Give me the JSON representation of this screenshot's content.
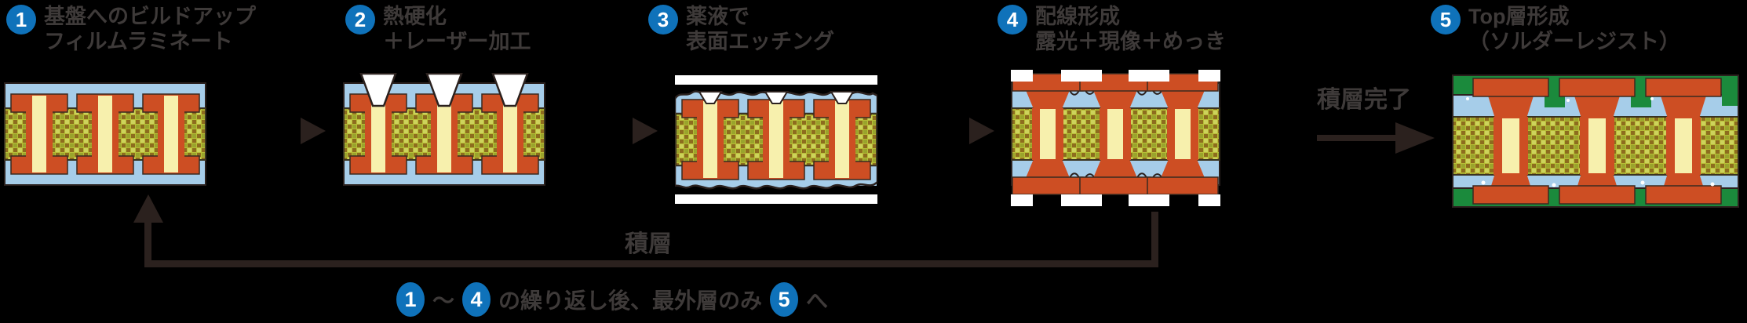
{
  "palette": {
    "accent_blue": "#0f72ba",
    "text_dark": "#3e3a39",
    "line_dark": "#2b211e",
    "board_film_blue": "#a6cde9",
    "copper_orange": "#cd4e23",
    "core_olive": "#b7bc37",
    "core_brown": "#8d6c1e",
    "via_cream": "#f7f0ad",
    "solder_resist_green": "#1b8a3c",
    "white": "#ffffff",
    "background": "#000000"
  },
  "steps": [
    {
      "number": "1",
      "label_line1": "基盤へのビルドアップ",
      "label_line2": "フィルムラミネート"
    },
    {
      "number": "2",
      "label_line1": "熱硬化",
      "label_line2": "＋レーザー加工"
    },
    {
      "number": "3",
      "label_line1": "薬液で",
      "label_line2": "表面エッチング"
    },
    {
      "number": "4",
      "label_line1": "配線形成",
      "label_line2": "露光＋現像＋めっき"
    },
    {
      "number": "5",
      "label_line1": "Top層形成",
      "label_line2": "（ソルダーレジスト）"
    }
  ],
  "flow": {
    "stack_complete_label": "積層完了",
    "stack_label": "積層"
  },
  "caption": {
    "step_from": "1",
    "tilde": "～",
    "step_to": "4",
    "middle_text": "の繰り返し後、最外層のみ",
    "step_final": "5",
    "suffix": "へ"
  }
}
